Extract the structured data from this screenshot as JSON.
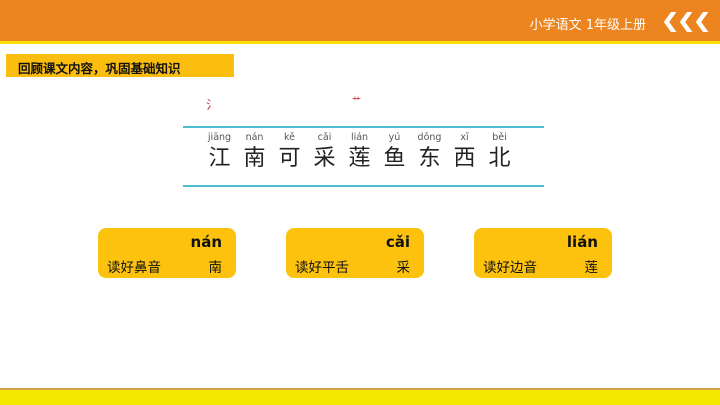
{
  "header": {
    "course": "小学语文  1年级上册",
    "nav_icon": "triple-chevron-left-icon"
  },
  "banner": "回顾课文内容，巩固基础知识",
  "board": {
    "marks": [
      "氵",
      "艹"
    ],
    "words": [
      {
        "py": "jiāng",
        "hz": "江"
      },
      {
        "py": "nán",
        "hz": "南"
      },
      {
        "py": "kě",
        "hz": "可"
      },
      {
        "py": "cǎi",
        "hz": "采"
      },
      {
        "py": "lián",
        "hz": "莲"
      },
      {
        "py": "yú",
        "hz": "鱼"
      },
      {
        "py": "dōng",
        "hz": "东"
      },
      {
        "py": "xī",
        "hz": "西"
      },
      {
        "py": "běi",
        "hz": "北"
      }
    ]
  },
  "cards": [
    {
      "pinyin": "nán",
      "label": "读好鼻音",
      "char": "南"
    },
    {
      "pinyin": "cǎi",
      "label": "读好平舌",
      "char": "采"
    },
    {
      "pinyin": "lián",
      "label": "读好边音",
      "char": "莲"
    }
  ]
}
